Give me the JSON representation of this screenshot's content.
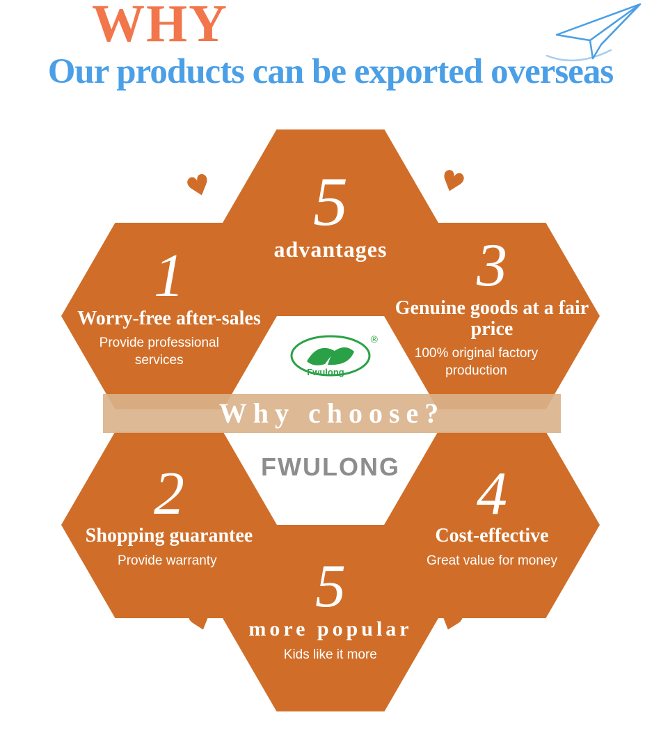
{
  "header": {
    "title": "WHY",
    "subtitle": "Our products can be exported overseas"
  },
  "decorations": {
    "heart_glyph": "♥"
  },
  "center": {
    "logo_text": "Fwulong",
    "registered_mark": "®",
    "ribbon_text": "Why choose?",
    "brand_name": "FWULONG"
  },
  "hexagons": [
    {
      "position": "top",
      "number": "5",
      "title": "advantages",
      "desc": ""
    },
    {
      "position": "upper-left",
      "number": "1",
      "title": "Worry-free after-sales",
      "desc": "Provide professional services"
    },
    {
      "position": "upper-right",
      "number": "3",
      "title": "Genuine goods at a fair price",
      "desc": "100% original factory production"
    },
    {
      "position": "lower-left",
      "number": "2",
      "title": "Shopping guarantee",
      "desc": "Provide warranty"
    },
    {
      "position": "lower-right",
      "number": "4",
      "title": "Cost-effective",
      "desc": "Great value for money"
    },
    {
      "position": "bottom",
      "number": "5",
      "title": "more popular",
      "desc": "Kids like it more"
    }
  ],
  "colors": {
    "hexagon_orange": "#d06e29",
    "title_orange": "#f2764b",
    "subtitle_blue": "#4a9fe6",
    "ribbon_tan": "#d9b189",
    "brand_gray": "#8d8d8d",
    "logo_green": "#2aa146"
  }
}
